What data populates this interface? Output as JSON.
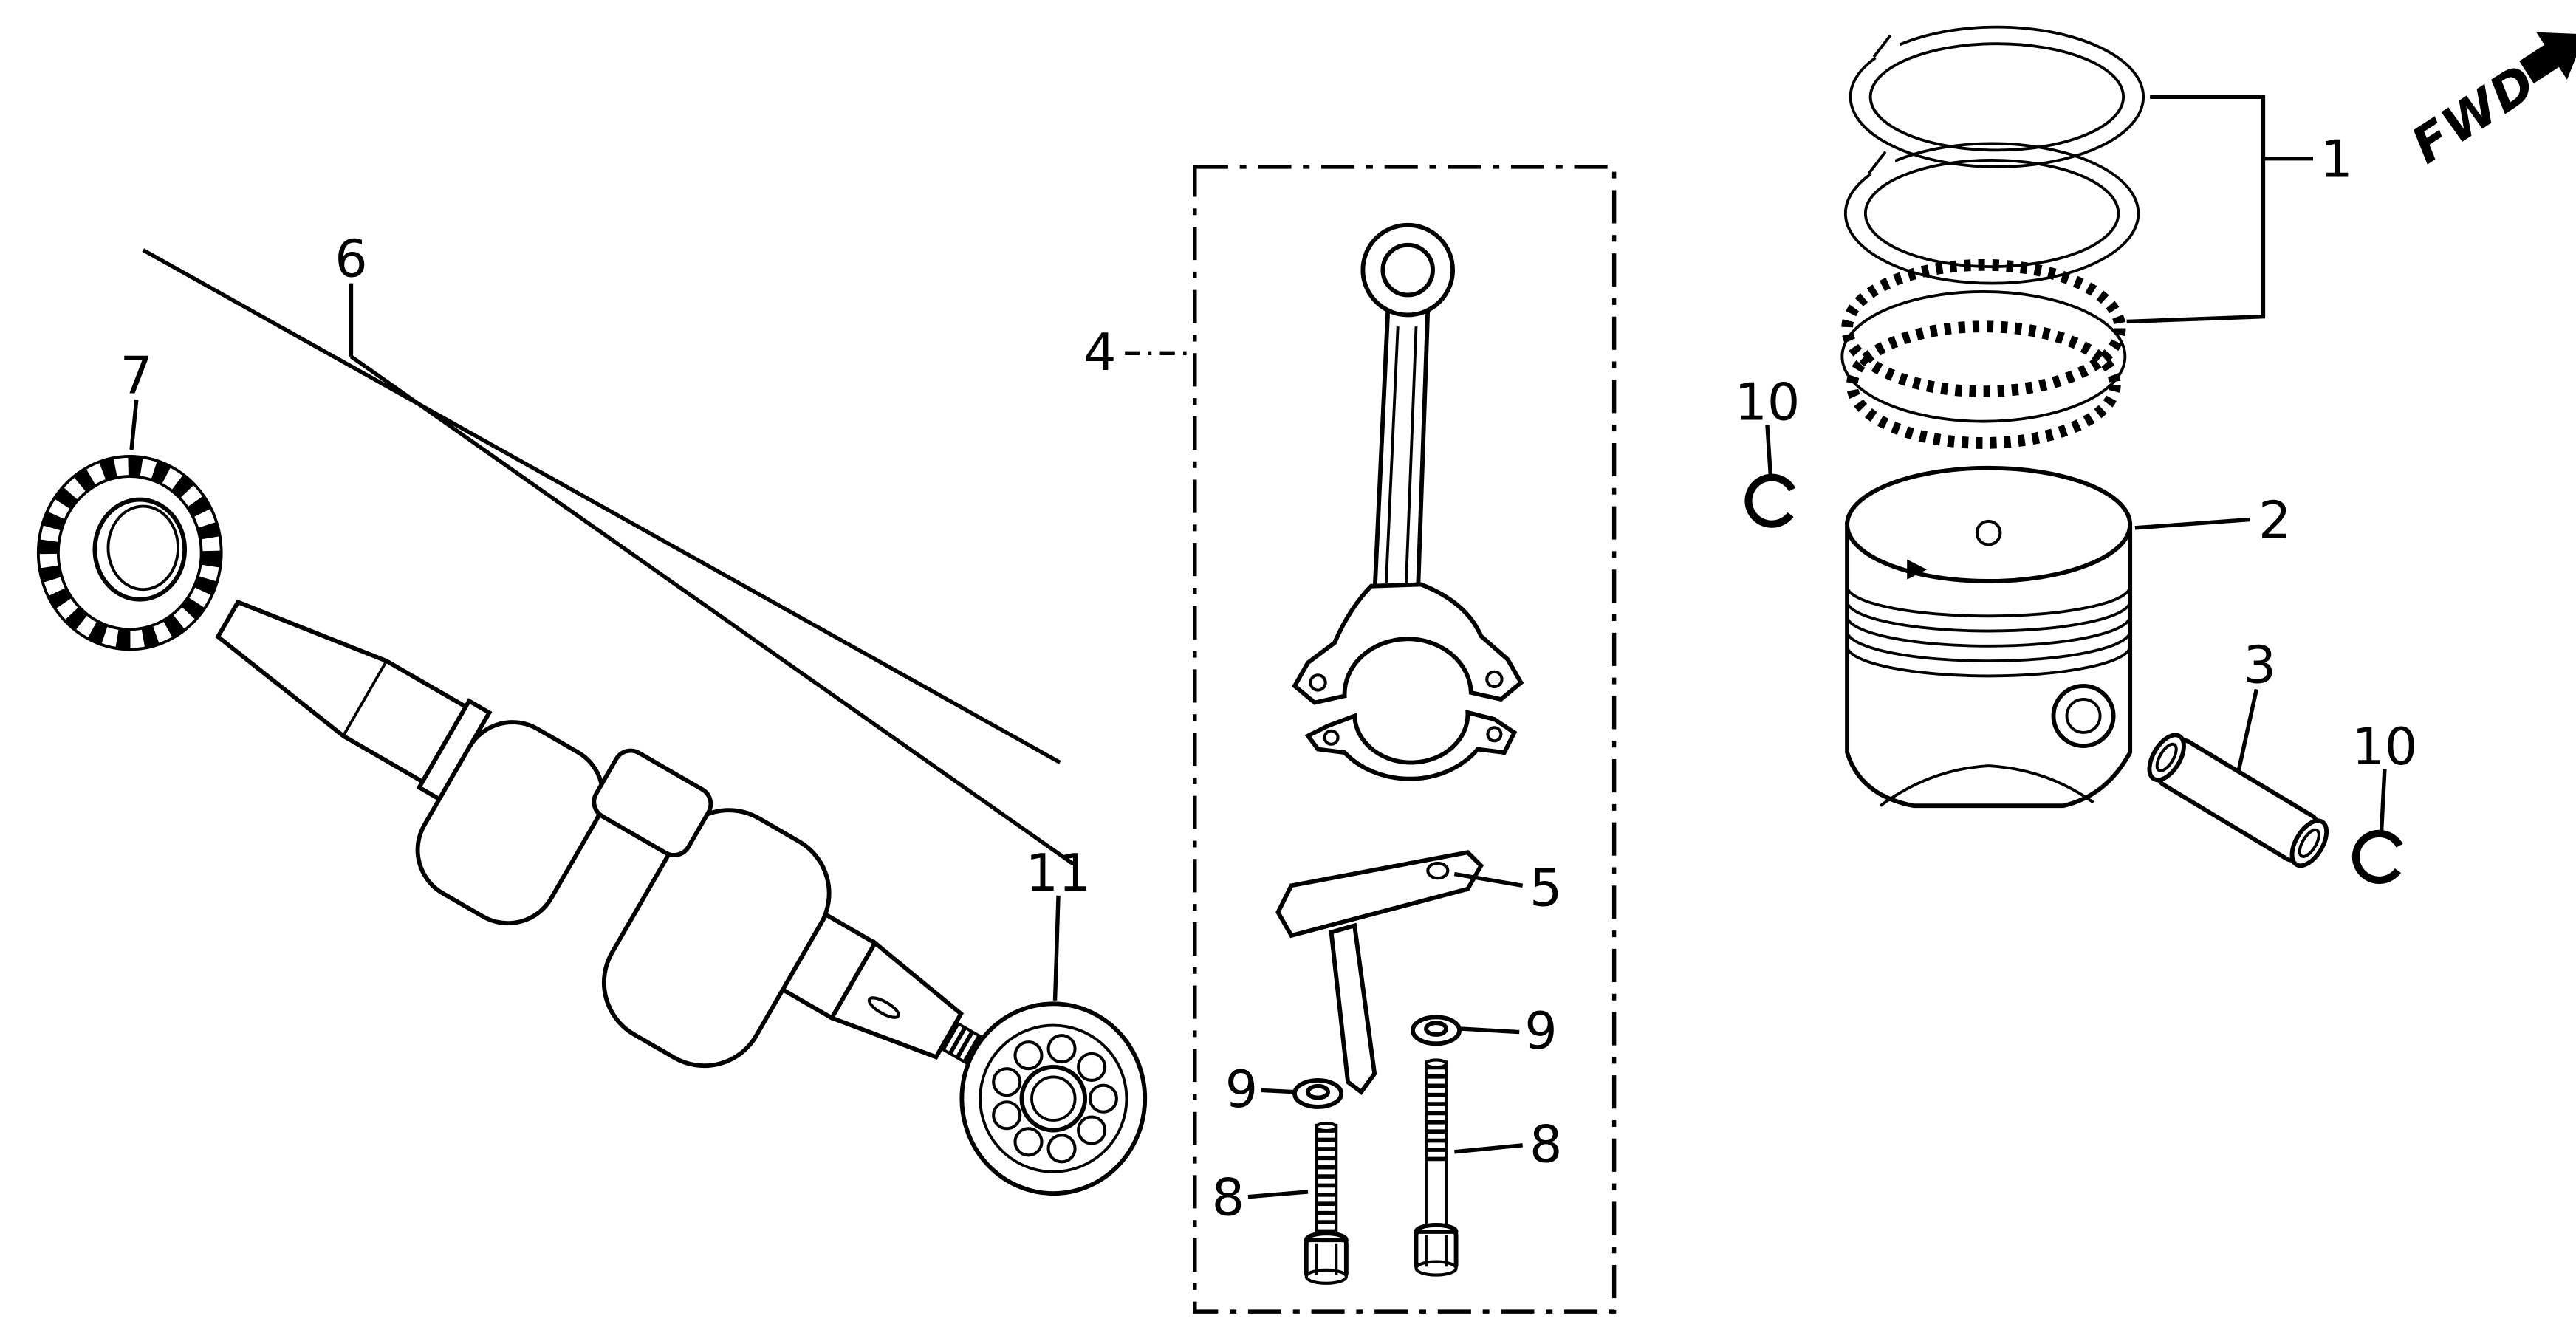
{
  "background": "#ffffff",
  "line_color": "#000000",
  "direction_indicator": {
    "label": "FWD"
  },
  "callouts": {
    "c1": "1",
    "c2": "2",
    "c3": "3",
    "c4": "4",
    "c5": "5",
    "c6": "6",
    "c7": "7",
    "c8_left": "8",
    "c8_right": "8",
    "c9_left": "9",
    "c9_right": "9",
    "c10_left": "10",
    "c10_right": "10",
    "c11": "11"
  }
}
